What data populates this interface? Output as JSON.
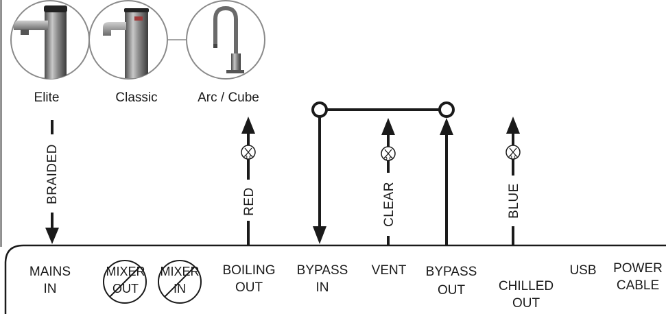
{
  "taps": [
    {
      "name": "Elite"
    },
    {
      "name": "Classic"
    },
    {
      "name": "Arc / Cube"
    }
  ],
  "hoses": {
    "braided": "BRAIDED",
    "red": "RED",
    "clear": "CLEAR",
    "blue": "BLUE"
  },
  "ports": {
    "mains": [
      "MAINS",
      "IN"
    ],
    "mixer_out": [
      "MIXER",
      "OUT"
    ],
    "mixer_in": [
      "MIXER",
      "IN"
    ],
    "boiling_out": [
      "BOILING",
      "OUT"
    ],
    "bypass_in": [
      "BYPASS",
      "IN"
    ],
    "vent": [
      "VENT"
    ],
    "bypass_out": [
      "BYPASS",
      "OUT"
    ],
    "chilled_out": [
      "CHILLED",
      "OUT"
    ],
    "usb": [
      "USB"
    ],
    "power_cable": [
      "POWER",
      "CABLE"
    ]
  },
  "icons": [
    "cut-here-scissors-icon",
    "crossed-out-circle-icon"
  ]
}
